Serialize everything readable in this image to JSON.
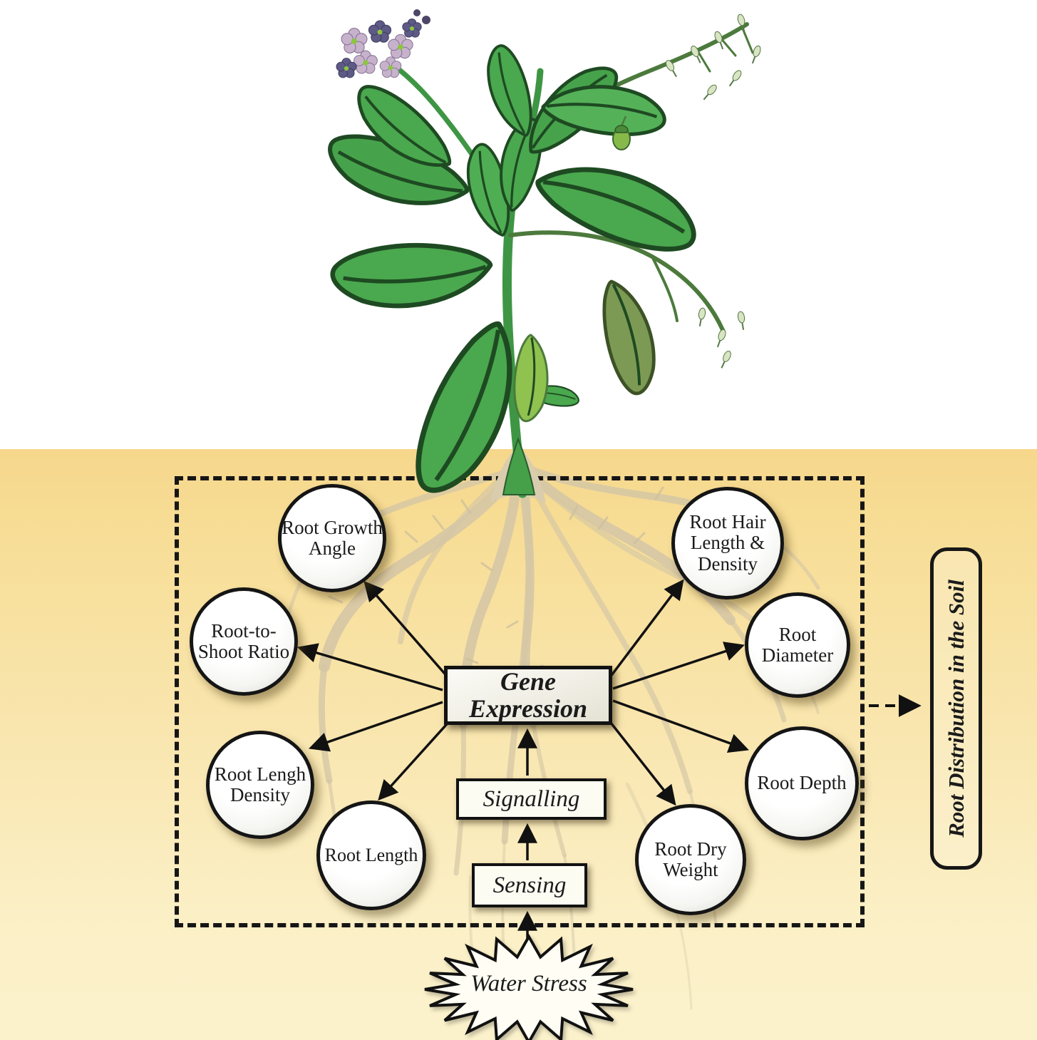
{
  "figure": {
    "side_label": "Root Distribution in the Soil",
    "stress_label": "Water Stress"
  },
  "diagram": {
    "center_node": {
      "label": "Gene\nExpression"
    },
    "process_nodes": [
      {
        "id": "signalling",
        "label": "Signalling"
      },
      {
        "id": "sensing",
        "label": "Sensing"
      }
    ],
    "trait_nodes": [
      {
        "id": "root-growth-angle",
        "label": "Root Growth\nAngle"
      },
      {
        "id": "root-to-shoot-ratio",
        "label": "Root-to-\nShoot Ratio"
      },
      {
        "id": "root-lengh-density",
        "label": "Root Lengh\nDensity"
      },
      {
        "id": "root-length",
        "label": "Root Length"
      },
      {
        "id": "root-hair-length-density",
        "label": "Root Hair\nLength &\nDensity"
      },
      {
        "id": "root-diameter",
        "label": "Root\nDiameter"
      },
      {
        "id": "root-depth",
        "label": "Root Depth"
      },
      {
        "id": "root-dry-weight",
        "label": "Root Dry\nWeight"
      }
    ]
  },
  "palette": {
    "soil_top": "#f6d78c",
    "soil_bottom": "#fbf2cc",
    "root": "#d5c7a5",
    "leaf": "#4aa84e",
    "leaf_outline": "#1e4a22",
    "olive_leaf": "#7d9a55",
    "flower_light": "#c7b2cc",
    "flower_dark": "#5e5a86",
    "line": "#111111"
  }
}
